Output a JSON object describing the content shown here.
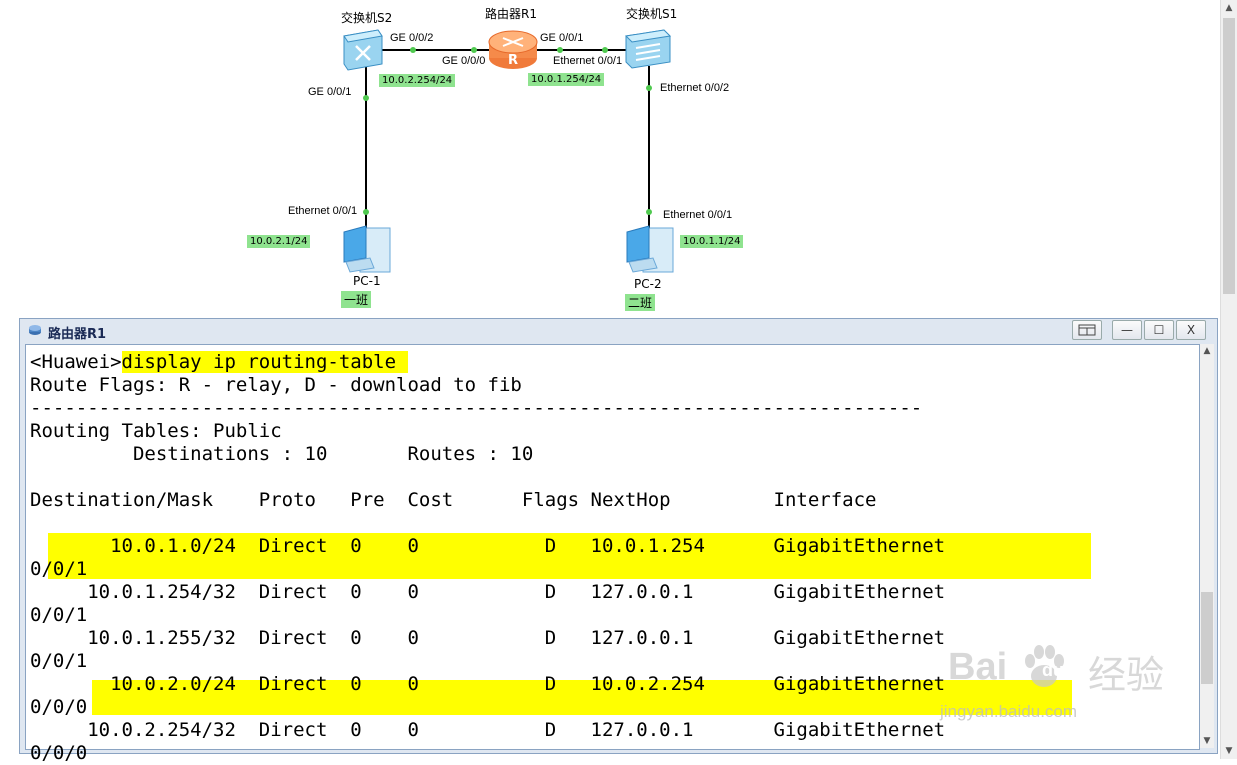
{
  "topology": {
    "devices": {
      "switch_s2": "交换机S2",
      "router_r1": "路由器R1",
      "switch_s1": "交换机S1",
      "pc1": "PC-1",
      "pc2": "PC-2"
    },
    "ports": {
      "s2_ge002": "GE 0/0/2",
      "r1_ge000": "GE 0/0/0",
      "r1_ge001": "GE 0/0/1",
      "s1_eth001": "Ethernet 0/0/1",
      "s1_eth002": "Ethernet 0/0/2",
      "s2_ge001": "GE 0/0/1",
      "pc1_eth001": "Ethernet 0/0/1",
      "pc2_eth001": "Ethernet 0/0/1"
    },
    "ips": {
      "r1_left": "10.0.2.254/24",
      "r1_right": "10.0.1.254/24",
      "pc1": "10.0.2.1/24",
      "pc2": "10.0.1.1/24"
    },
    "classes": {
      "pc1": "一班",
      "pc2": "二班"
    },
    "colors": {
      "label_bg": "#8fe38f",
      "link": "#000000",
      "port_dot": "#4fc94f"
    }
  },
  "window": {
    "title": "路由器R1",
    "buttons": {
      "minimize": "—",
      "maximize": "☐",
      "close": "X"
    }
  },
  "terminal": {
    "prompt": "<Huawei>",
    "command": "display ip routing-table ",
    "lines": {
      "flags": "Route Flags: R - relay, D - download to fib",
      "separator": "------------------------------------------------------------------------------",
      "tables": "Routing Tables: Public",
      "counts": "         Destinations : 10       Routes : 10",
      "header": "Destination/Mask    Proto   Pre  Cost      Flags NextHop         Interface",
      "r1": "       10.0.1.0/24  Direct  0    0           D   10.0.1.254      GigabitEthernet",
      "r1c": "0/0/1",
      "r2": "     10.0.1.254/32  Direct  0    0           D   127.0.0.1       GigabitEthernet",
      "r2c": "0/0/1",
      "r3": "     10.0.1.255/32  Direct  0    0           D   127.0.0.1       GigabitEthernet",
      "r3c": "0/0/1",
      "r4": "       10.0.2.0/24  Direct  0    0           D   10.0.2.254      GigabitEthernet",
      "r4c": "0/0/0",
      "r5": "     10.0.2.254/32  Direct  0    0           D   127.0.0.1       GigabitEthernet",
      "r5c": "0/0/0"
    },
    "highlight_color": "#ffff00"
  },
  "watermark": {
    "brand": "Bai",
    "brand2": "du",
    "cn": "经验",
    "url": "jingyan.baidu.com"
  }
}
